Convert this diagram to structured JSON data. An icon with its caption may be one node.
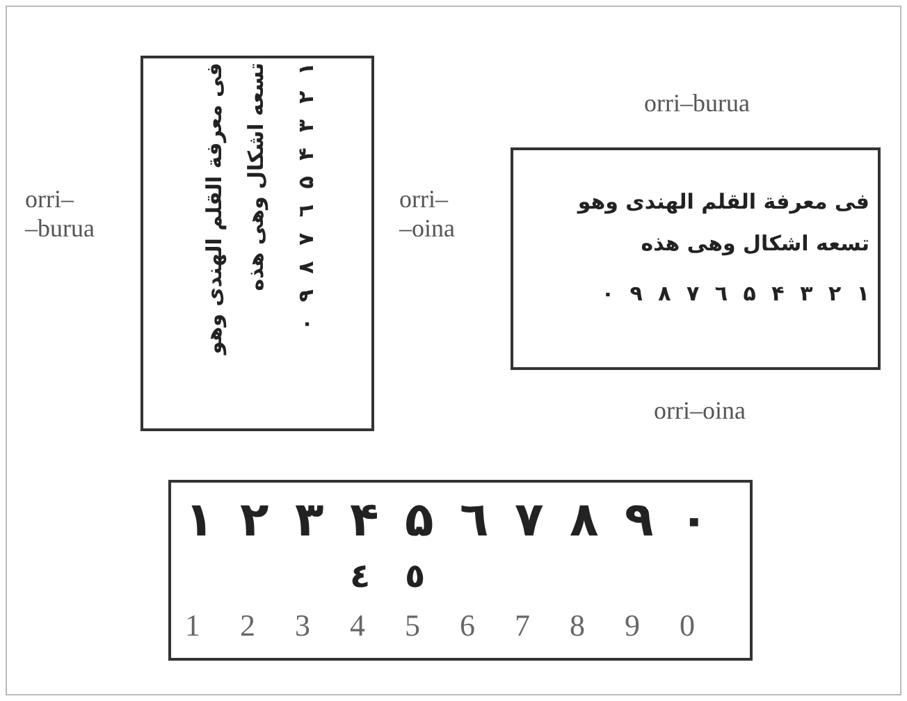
{
  "diagram": {
    "nodes": [
      {
        "text": [
          "فى معرفة القلم الهندى وهو تسعه اشكال وهى هذه",
          "١ ٢ ٣ ۴ ۵ ٦ ٧ ٨ ٩ ٠"
        ]
      },
      {
        "text": [
          "فى معرفة القلم الهندى وهو تسعه اشكال وهى هذه",
          "١ ٢ ٣ ۴ ۵ ٦ ٧ ٨ ٩ ٠"
        ]
      },
      {
        "text": [
          "١",
          "٢",
          "٣",
          "۴",
          "۵",
          "٦",
          "٧",
          "٨",
          "٩",
          "٠",
          "٤",
          "٥",
          "1",
          "2",
          "3",
          "4",
          "5",
          "6",
          "7",
          "8",
          "9",
          "0"
        ]
      }
    ],
    "labels": [
      "orri– –burua",
      "orri– –oina",
      "orri–burua",
      "orri–oina"
    ]
  }
}
